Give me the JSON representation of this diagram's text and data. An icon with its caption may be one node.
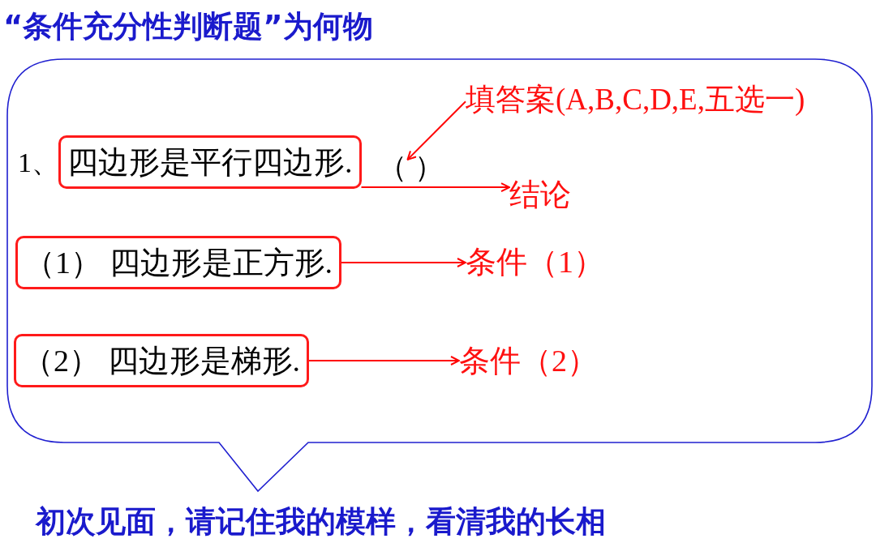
{
  "diagram": {
    "title": "“条件充分性判断题”为何物",
    "caption": "初次见面，请记住我的模样，看清我的长相",
    "nodes": [
      {
        "text": [],
        "shape": "bubble"
      },
      {
        "text": [
          "四边形是平行四边形."
        ],
        "in": 0
      },
      {
        "text": [
          "填答案(A,B,C,D,E,五选一)"
        ],
        "in": 0
      },
      {
        "text": [
          "（ ）"
        ],
        "in": 0
      },
      {
        "text": [
          "结论"
        ],
        "in": 0
      },
      {
        "text": [
          "（1） 四边形是正方形."
        ],
        "in": 0
      },
      {
        "text": [
          "条件（1）"
        ],
        "in": 0
      },
      {
        "text": [
          "（2） 四边形是梯形."
        ],
        "in": 0
      },
      {
        "text": [
          "条件（2）"
        ],
        "in": 0
      }
    ],
    "edges": [
      {
        "from": 2,
        "to": 3,
        "arrow": "to",
        "color": "#ff0000"
      },
      {
        "from": 1,
        "to": 4,
        "arrow": "to",
        "color": "#ff0000"
      },
      {
        "from": 5,
        "to": 6,
        "arrow": "to",
        "color": "#ff0000"
      },
      {
        "from": 7,
        "to": 8,
        "arrow": "to",
        "color": "#ff0000"
      }
    ],
    "labels": [
      "1、"
    ]
  }
}
